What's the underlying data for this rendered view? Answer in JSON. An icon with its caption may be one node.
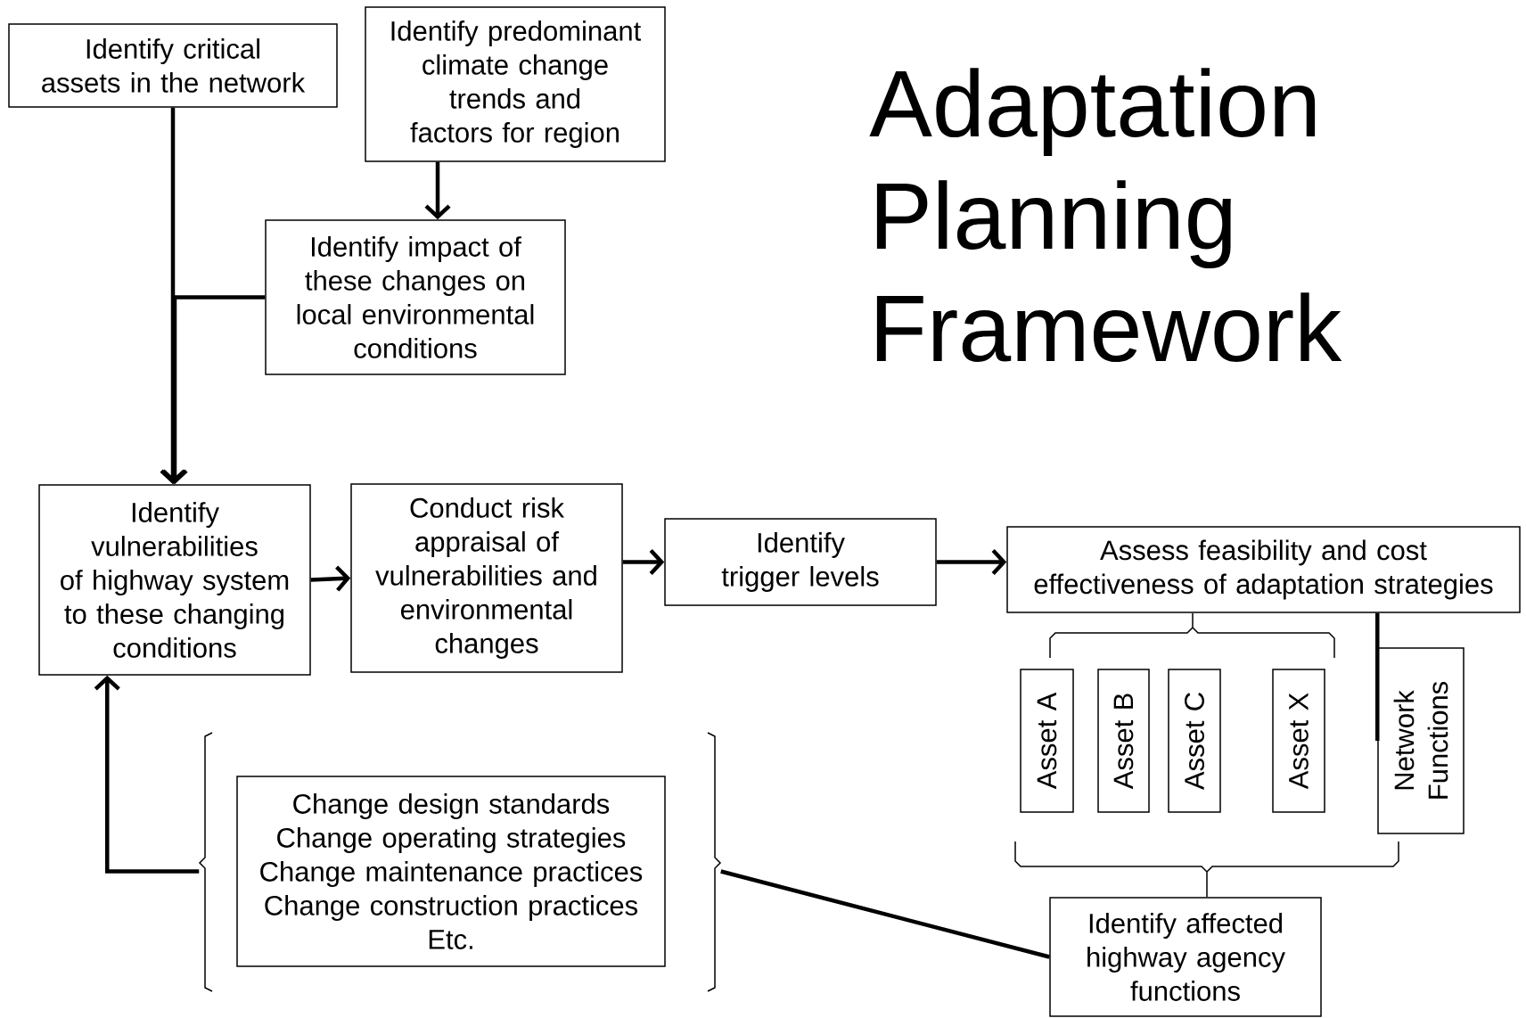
{
  "diagram": {
    "title": "Adaptation Planning Framework",
    "nodes": [
      {
        "text": [
          "Identify critical assets in the network"
        ]
      },
      {
        "text": [
          "Identify predominant climate change trends and factors for region"
        ]
      },
      {
        "text": [
          "Identify impact of these changes on local environmental conditions"
        ]
      },
      {
        "text": [
          "Identify vulnerabilities of highway system to these changing conditions"
        ]
      },
      {
        "text": [
          "Conduct risk appraisal of vulnerabilities and environmental changes"
        ]
      },
      {
        "text": [
          "Identify trigger levels"
        ]
      },
      {
        "text": [
          "Assess feasibility and cost effectiveness of adaptation strategies"
        ]
      },
      {
        "text": [
          "Asset A"
        ]
      },
      {
        "text": [
          "Asset B"
        ]
      },
      {
        "text": [
          "Asset C"
        ]
      },
      {
        "text": [
          "Asset X"
        ]
      },
      {
        "text": [
          "Network Functions"
        ]
      },
      {
        "text": [
          "Change design standards",
          "Change operating strategies",
          "Change maintenance practices",
          "Change construction practices",
          "Etc."
        ]
      },
      {
        "text": [
          "Identify affected highway agency functions"
        ]
      }
    ],
    "edges": [
      {
        "from": 0,
        "to": 3,
        "arrow": "to"
      },
      {
        "from": 1,
        "to": 2,
        "arrow": "to"
      },
      {
        "from": 2,
        "to": 3,
        "arrow": "to"
      },
      {
        "from": 3,
        "to": 4,
        "arrow": "to"
      },
      {
        "from": 4,
        "to": 5,
        "arrow": "to"
      },
      {
        "from": 5,
        "to": 6,
        "arrow": "to"
      },
      {
        "from": 6,
        "to": 11,
        "arrow": "none"
      },
      {
        "from": 12,
        "to": 3,
        "arrow": "to"
      },
      {
        "from": 12,
        "to": 13,
        "arrow": "none"
      }
    ]
  }
}
